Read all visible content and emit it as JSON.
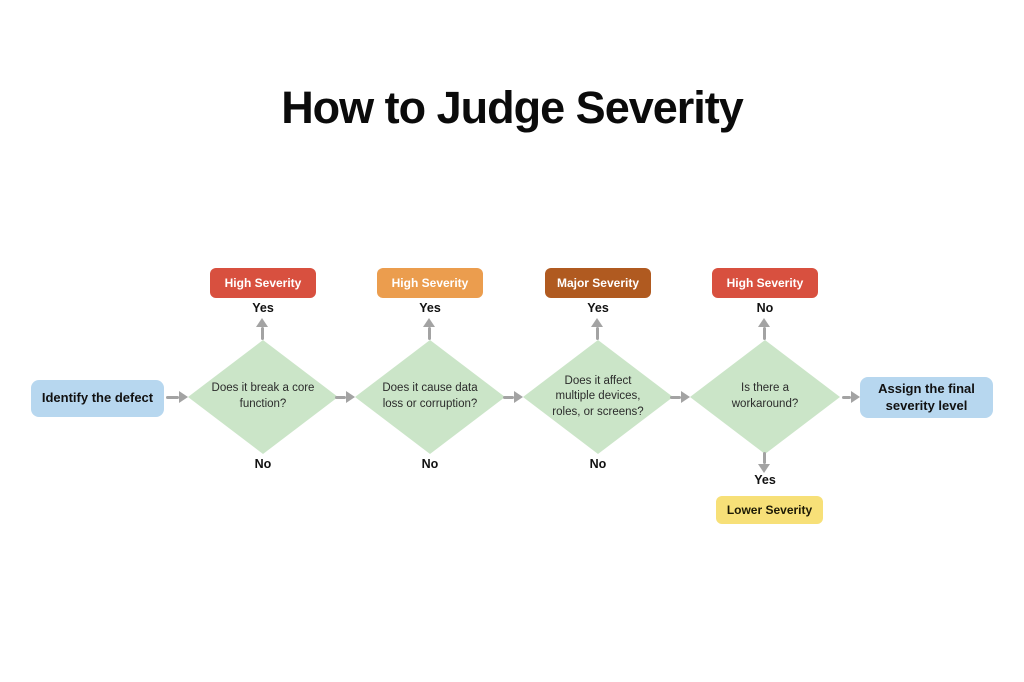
{
  "title": "How to Judge Severity",
  "palette": {
    "process_fill": "#b7d7ef",
    "decision_fill": "#cbe5c8",
    "arrow_gray": "#a3a3a3",
    "severity_red": "#d8503f",
    "severity_orange": "#eb9d4e",
    "severity_brown": "#b05a20",
    "severity_yellow": "#f7e078"
  },
  "flow": {
    "start": {
      "label": "Identify the defect"
    },
    "end": {
      "label": "Assign the final severity level"
    },
    "decisions": [
      {
        "question": "Does it break a core function?",
        "outcome": "High Severity",
        "outcome_color": "#d8503f",
        "top_label": "Yes",
        "bottom_label": "No"
      },
      {
        "question": "Does it cause data loss or corruption?",
        "outcome": "High Severity",
        "outcome_color": "#eb9d4e",
        "top_label": "Yes",
        "bottom_label": "No"
      },
      {
        "question": "Does it affect multiple devices, roles, or screens?",
        "outcome": "Major Severity",
        "outcome_color": "#b05a20",
        "top_label": "Yes",
        "bottom_label": "No"
      },
      {
        "question": "Is there a workaround?",
        "outcome": "High Severity",
        "outcome_color": "#d8503f",
        "top_label": "No",
        "bottom_label": "Yes"
      }
    ],
    "lower_severity": {
      "label": "Lower Severity",
      "color": "#f7e078"
    }
  }
}
